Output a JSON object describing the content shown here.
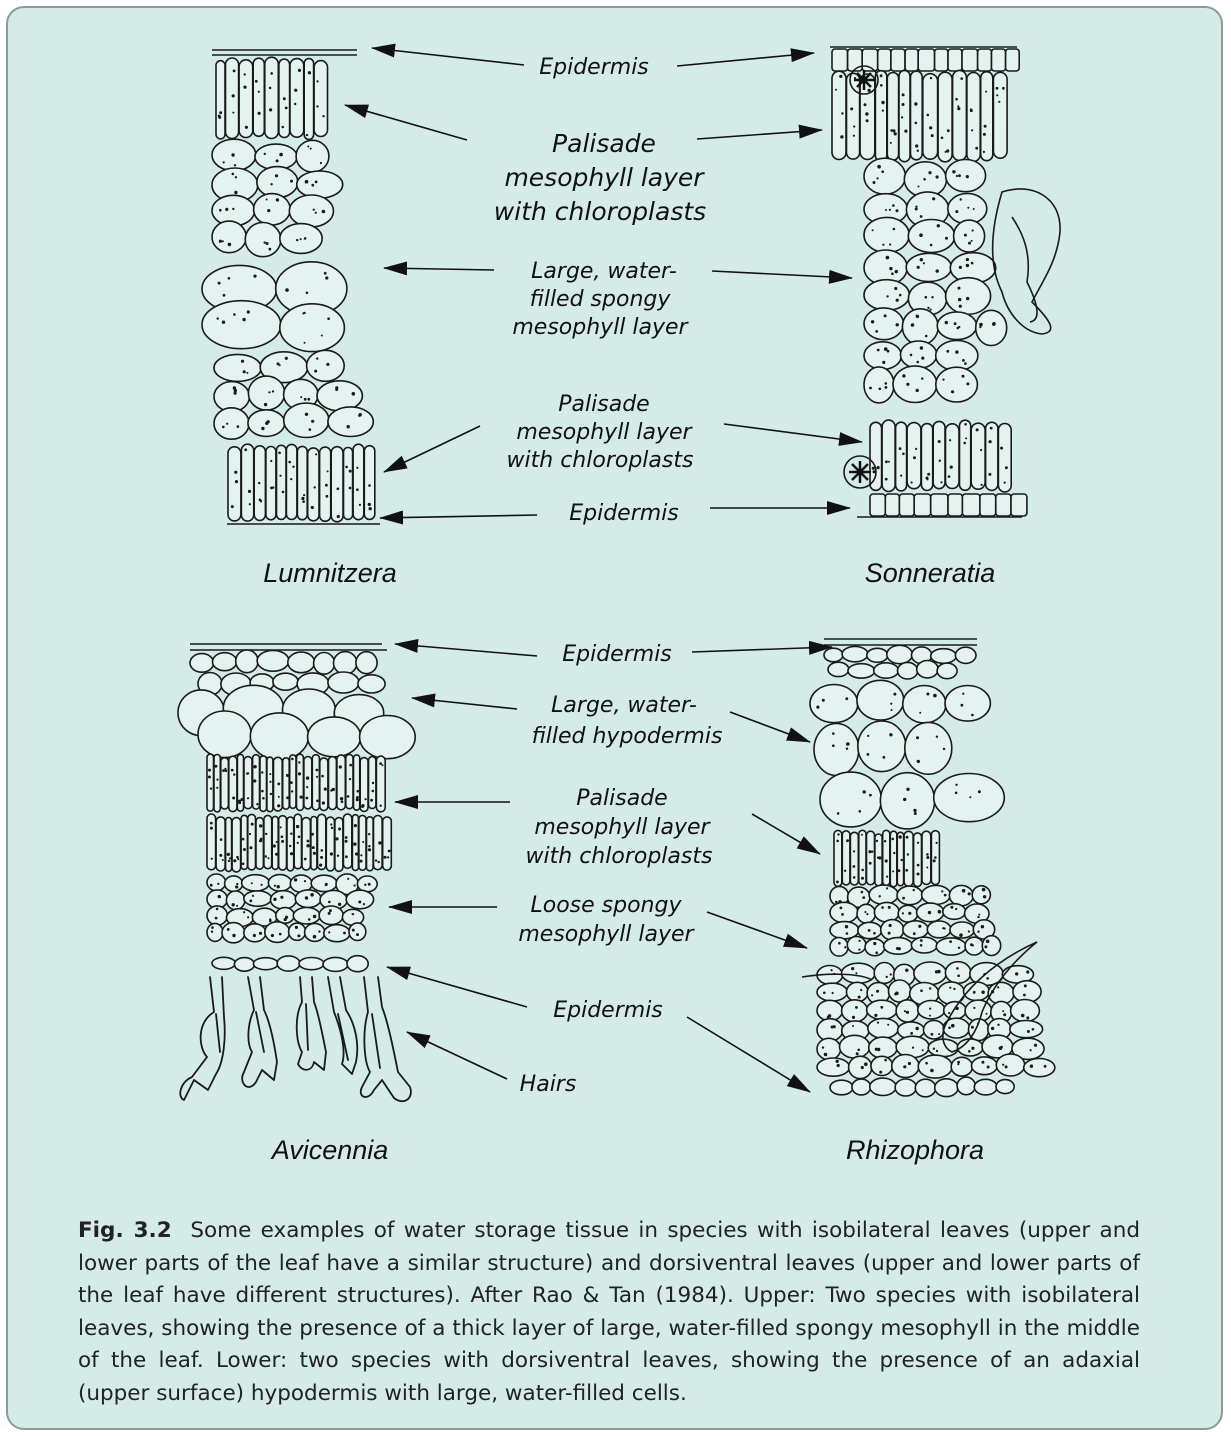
{
  "panels": {
    "lumnitzera": {
      "name": "Lumnitzera"
    },
    "sonneratia": {
      "name": "Sonneratia"
    },
    "avicennia": {
      "name": "Avicennia"
    },
    "rhizophora": {
      "name": "Rhizophora"
    }
  },
  "upper_labels": {
    "epidermis_top": "Epidermis",
    "palisade_top": [
      "Palisade",
      "mesophyll layer",
      "with chloroplasts"
    ],
    "spongy": [
      "Large, water-",
      "filled spongy",
      "mesophyll layer"
    ],
    "palisade_bottom": [
      "Palisade",
      "mesophyll layer",
      "with chloroplasts"
    ],
    "epidermis_bottom": "Epidermis"
  },
  "lower_labels": {
    "epidermis_top": "Epidermis",
    "hypodermis": [
      "Large, water-",
      "filled hypodermis"
    ],
    "palisade": [
      "Palisade",
      "mesophyll layer",
      "with chloroplasts"
    ],
    "spongy": [
      "Loose spongy",
      "mesophyll layer"
    ],
    "epidermis_bottom": "Epidermis",
    "hairs": "Hairs"
  },
  "caption": {
    "fig": "Fig. 3.2",
    "text": "Some examples of water storage tissue in species with isobilateral leaves (upper and lower parts of the leaf have a similar structure) and dorsiventral leaves (upper and lower parts of the leaf have different structures). After Rao & Tan (1984). Upper: Two species with isobilateral leaves, showing the presence of a thick layer of large, water-filled spongy mesophyll in the middle of the leaf. Lower: two species with dorsiventral leaves, showing the presence of an adaxial (upper surface) hypodermis with large, water-filled cells."
  },
  "colors": {
    "panel_background": "#d4ebe8",
    "border": "#8a9a98",
    "ink": "#111111"
  }
}
